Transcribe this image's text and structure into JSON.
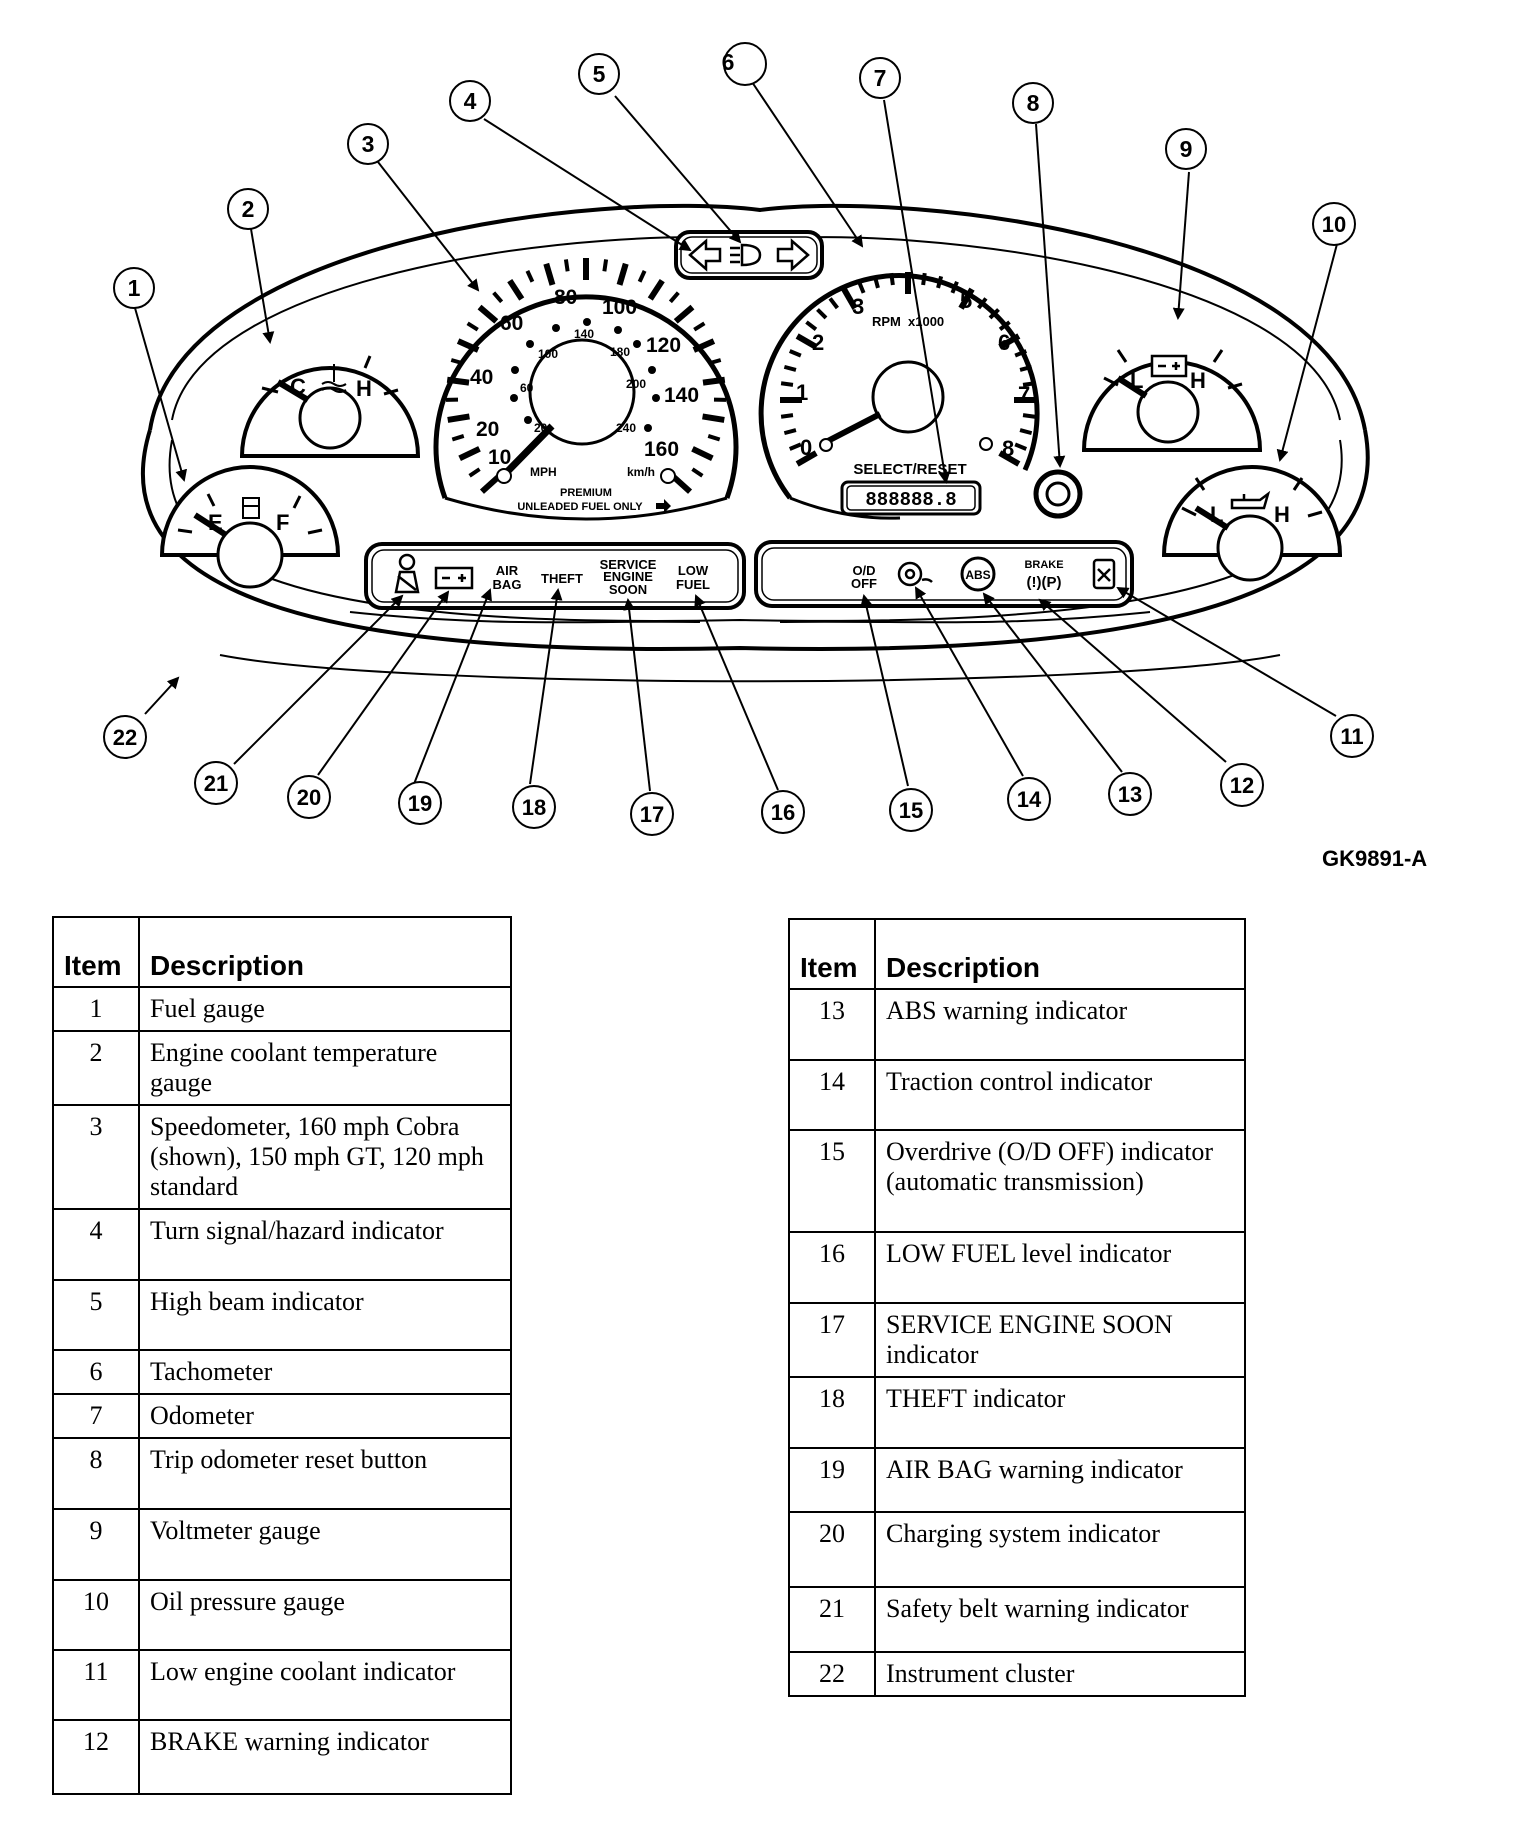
{
  "figure": {
    "code": "GK9891-A",
    "callouts": [
      "1",
      "2",
      "3",
      "4",
      "5",
      "6",
      "7",
      "8",
      "9",
      "10",
      "11",
      "12",
      "13",
      "14",
      "15",
      "16",
      "17",
      "18",
      "19",
      "20",
      "21",
      "22"
    ],
    "fuel_gauge": {
      "empty": "E",
      "full": "F",
      "icon": "fuel-pump-icon"
    },
    "coolant_gauge": {
      "cold": "C",
      "hot": "H",
      "icon": "thermometer-icon"
    },
    "speedometer": {
      "mph_ticks": [
        "10",
        "20",
        "40",
        "60",
        "80",
        "100",
        "120",
        "140",
        "160"
      ],
      "kmh_ticks": [
        "20",
        "60",
        "100",
        "140",
        "180",
        "200",
        "240"
      ],
      "unit_mph": "MPH",
      "unit_kmh": "km/h",
      "fuel_note_line1": "PREMIUM",
      "fuel_note_line2": "UNLEADED FUEL ONLY"
    },
    "tachometer": {
      "ticks": [
        "0",
        "1",
        "2",
        "3",
        "5",
        "6",
        "7",
        "8"
      ],
      "unit": "RPM",
      "unit_scale": "x1000",
      "select_label": "SELECT/RESET",
      "odometer_display": "888888.8"
    },
    "turn_high_beam_icons": [
      "left-arrow-icon",
      "high-beam-icon",
      "right-arrow-icon"
    ],
    "voltmeter": {
      "low": "L",
      "high": "H",
      "icon": "battery-icon"
    },
    "oil_gauge": {
      "low": "L",
      "high": "H",
      "icon": "oil-can-icon"
    },
    "left_indicators": {
      "airbag_line1": "AIR",
      "airbag_line2": "BAG",
      "theft": "THEFT",
      "service_line1": "SERVICE",
      "service_line2": "ENGINE",
      "service_line3": "SOON",
      "lowfuel_line1": "LOW",
      "lowfuel_line2": "FUEL"
    },
    "right_indicators": {
      "od_line1": "O/D",
      "od_line2": "OFF",
      "abs": "ABS",
      "brake": "BRAKE",
      "brake_symbol": "(!)(P)"
    }
  },
  "table_left": {
    "headers": [
      "Item",
      "Description"
    ],
    "rows": [
      {
        "item": "1",
        "desc": "Fuel gauge"
      },
      {
        "item": "2",
        "desc": "Engine coolant temperature gauge"
      },
      {
        "item": "3",
        "desc": "Speedometer, 160 mph Cobra (shown), 150 mph GT, 120 mph standard"
      },
      {
        "item": "4",
        "desc": "Turn signal/hazard indicator"
      },
      {
        "item": "5",
        "desc": "High beam indicator"
      },
      {
        "item": "6",
        "desc": "Tachometer"
      },
      {
        "item": "7",
        "desc": "Odometer"
      },
      {
        "item": "8",
        "desc": "Trip odometer reset button"
      },
      {
        "item": "9",
        "desc": "Voltmeter gauge"
      },
      {
        "item": "10",
        "desc": "Oil pressure gauge"
      },
      {
        "item": "11",
        "desc": "Low engine coolant indicator"
      },
      {
        "item": "12",
        "desc": "BRAKE warning indicator"
      }
    ]
  },
  "table_right": {
    "headers": [
      "Item",
      "Description"
    ],
    "rows": [
      {
        "item": "13",
        "desc": "ABS warning indicator"
      },
      {
        "item": "14",
        "desc": "Traction control indicator"
      },
      {
        "item": "15",
        "desc": "Overdrive (O/D OFF) indicator (automatic transmission)"
      },
      {
        "item": "16",
        "desc": "LOW FUEL level indicator"
      },
      {
        "item": "17",
        "desc": "SERVICE ENGINE SOON indicator"
      },
      {
        "item": "18",
        "desc": "THEFT indicator"
      },
      {
        "item": "19",
        "desc": "AIR BAG warning indicator"
      },
      {
        "item": "20",
        "desc": "Charging system indicator"
      },
      {
        "item": "21",
        "desc": "Safety belt warning indicator"
      },
      {
        "item": "22",
        "desc": "Instrument cluster"
      }
    ]
  }
}
